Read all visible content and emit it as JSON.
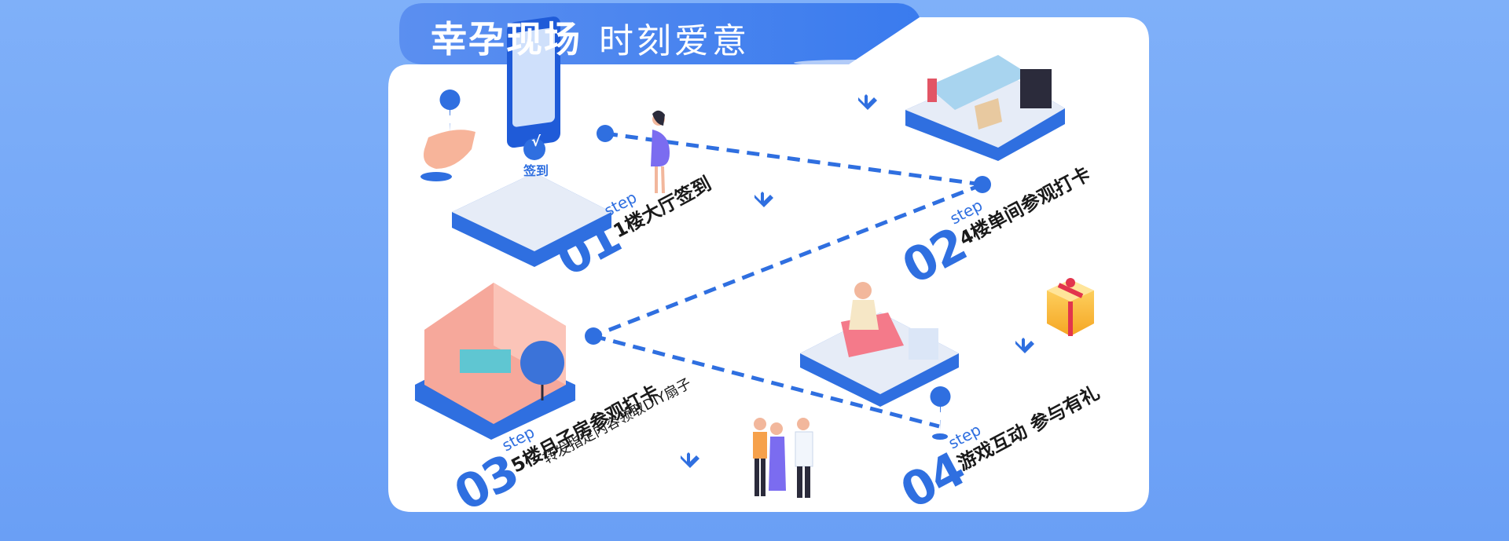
{
  "title": {
    "main": "幸孕现场",
    "sub": "时刻爱意"
  },
  "steps": [
    {
      "num": "01",
      "word": "step",
      "text": "1楼大厅签到"
    },
    {
      "num": "02",
      "word": "step",
      "text": "4楼单间参观打卡"
    },
    {
      "num": "03",
      "word": "step",
      "text": "5楼月子房参观打卡",
      "sub": "转发指定内容领取DIY扇子"
    },
    {
      "num": "04",
      "word": "step",
      "text": "游戏互动 参与有礼"
    }
  ],
  "phone": {
    "check": "√",
    "label": "签到"
  },
  "colors": {
    "accent": "#2f6fe0",
    "bg": "#74a7f7",
    "card": "#ffffff"
  }
}
